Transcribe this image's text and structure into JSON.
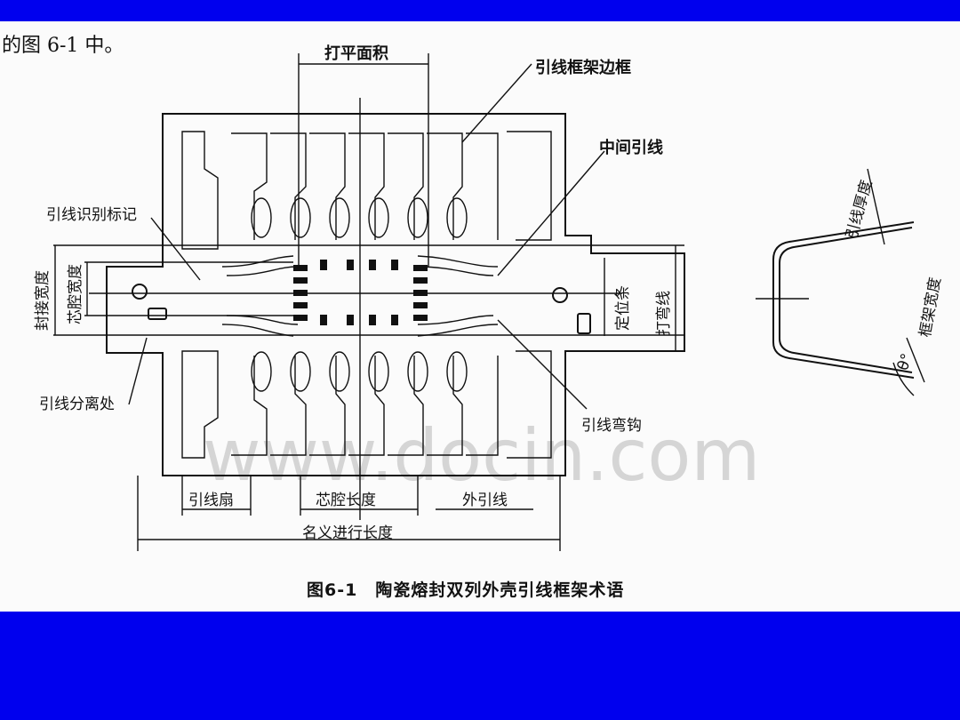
{
  "intro_text": "的图 6-1 中。",
  "labels": {
    "flatten_area": "打平面积",
    "frame_border": "引线框架边框",
    "middle_lead": "中间引线",
    "lead_id_mark": "引线识别标记",
    "seal_width": "封接宽度",
    "cavity_width": "芯腔宽度",
    "locating_bar": "定位条",
    "bend_line": "打弯线",
    "lead_separation": "引线分离处",
    "lead_hook": "引线弯钩",
    "lead_fan": "引线扇",
    "cavity_length": "芯腔长度",
    "outer_lead": "外引线",
    "nominal_length": "名义进行长度",
    "lead_thickness": "引线厚度",
    "frame_width": "框架宽度",
    "theta": "θ°"
  },
  "caption": "图6-1　陶瓷熔封双列外壳引线框架术语",
  "watermark": "www.docin.com",
  "colors": {
    "band": "#0000ee",
    "panel": "#fbfbfb",
    "ink": "#111111"
  }
}
